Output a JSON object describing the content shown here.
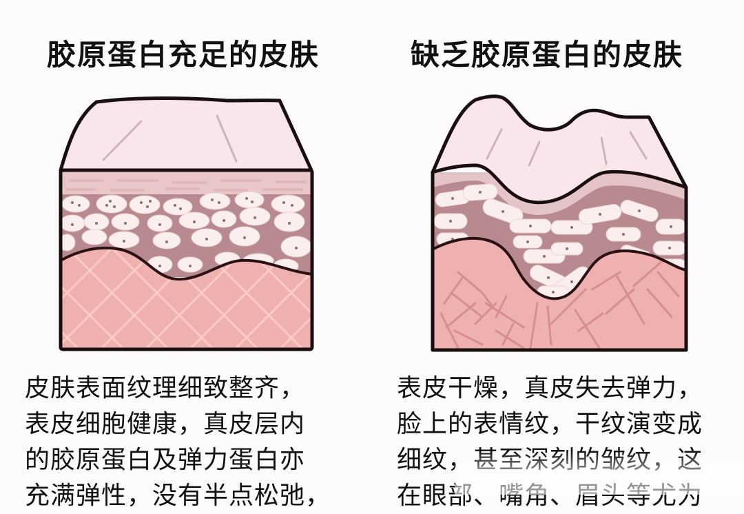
{
  "colors": {
    "background": "#fdfbfb",
    "outline": "#1a0f10",
    "epidermis": "#f8e6ea",
    "stratum": "#e8c3c6",
    "cell_layer": "#b88a8f",
    "cell": "#fbeeee",
    "dermis": "#efb0b0",
    "dermis_mesh_healthy": "#ffc9c3",
    "dermis_mesh_damaged": "#d98a8a"
  },
  "left": {
    "title": "胶原蛋白充足的皮肤",
    "diagram_label": "healthy-skin-cross-section",
    "description": [
      "皮肤表面纹理细致整齐，",
      "表皮细胞健康，真皮层内",
      "的胶原蛋白及弹力蛋白亦",
      "充满弹性，没有半点松弛，"
    ]
  },
  "right": {
    "title": "缺乏胶原蛋白的皮肤",
    "diagram_label": "collagen-deficient-skin-cross-section",
    "description": [
      "表皮干燥，真皮失去弹力，",
      "脸上的表情纹，干纹演变成",
      "细纹，甚至深刻的皱纹，这",
      "在眼部、嘴角、眉头等尤为"
    ]
  }
}
